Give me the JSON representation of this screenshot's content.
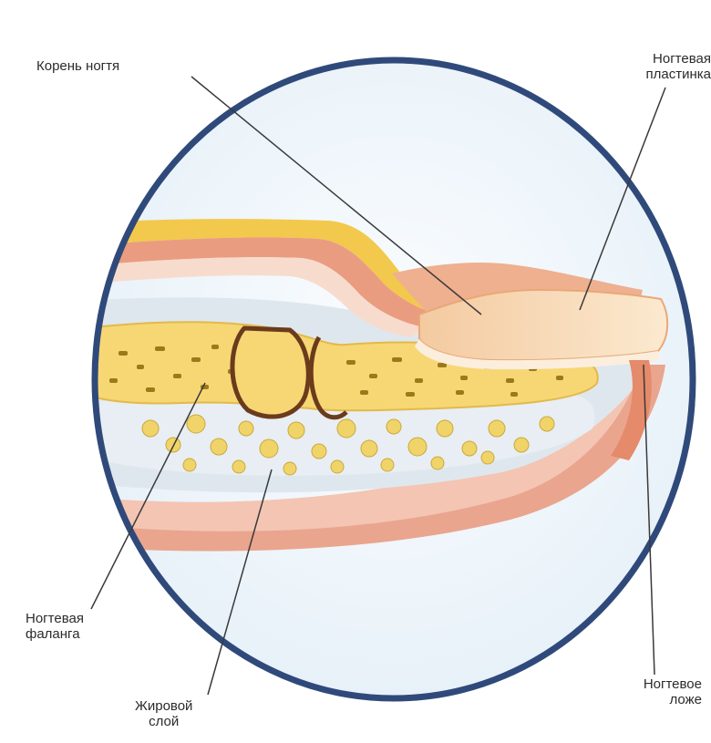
{
  "labels": {
    "nail_root": "Корень ногтя",
    "nail_plate": [
      "Ногтевая",
      "пластинка"
    ],
    "nail_phalanx": [
      "Ногтевая",
      "фаланга"
    ],
    "fat_layer": [
      "Жировой",
      "слой"
    ],
    "nail_bed": [
      "Ногтевое",
      "ложе"
    ]
  },
  "colors": {
    "ring": "#2f4a7a",
    "background_inner": "#eef5fb",
    "bone": "#f6d774",
    "bone_spots": "#9a7a1c",
    "nail_plate": "#f7d9b4",
    "skin_pink": "#e9967a",
    "fat": "#f3dc7a",
    "joint": "#6b3b1c",
    "leader_line": "#3a3a3a"
  }
}
